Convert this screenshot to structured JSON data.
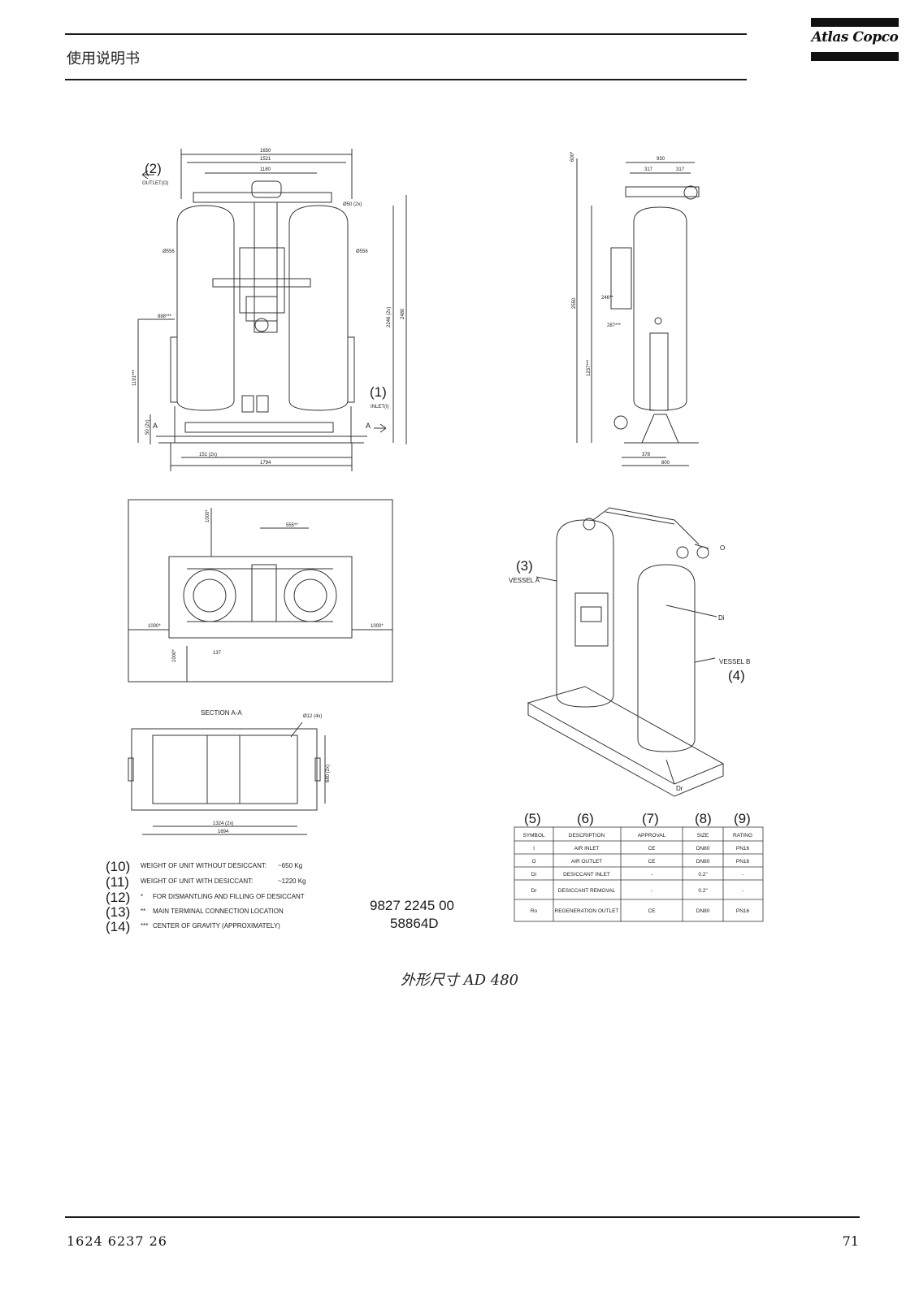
{
  "header": {
    "title": "使用说明书",
    "brand": "Atlas Copco"
  },
  "drawing": {
    "front_view": {
      "outlet_num": "(2)",
      "outlet_label": "OUTLET(O)",
      "inlet_num": "(1)",
      "inlet_label": "INLET(I)",
      "dims": [
        "1650",
        "1521",
        "1180",
        "Ø50 (2x)",
        "Ø556",
        "Ø556",
        "2246 (2x)",
        "2480",
        "888***",
        "1191***",
        "50 (2x)",
        "151 (2x)",
        "1794"
      ],
      "section_mark": "A"
    },
    "side_view": {
      "dims": [
        "600*",
        "930",
        "317",
        "317",
        "2550",
        "246**",
        "287***",
        "1237***",
        "378",
        "800"
      ]
    },
    "top_view": {
      "dims": [
        "1000*",
        "555**",
        "1000*",
        "1000*",
        "1000*",
        "137"
      ]
    },
    "section": {
      "title": "SECTION A-A",
      "dims": [
        "Ø12 (4x)",
        "680 (2x)",
        "1324 (2x)",
        "1694"
      ]
    },
    "iso_view": {
      "vessel_a_num": "(3)",
      "vessel_a_label": "VESSEL A",
      "vessel_b_label": "VESSEL B",
      "vessel_b_num": "(4)",
      "label_o": "O",
      "label_di": "Di",
      "label_dr": "Dr"
    },
    "notes": [
      {
        "num": "(10)",
        "mark": "",
        "text": "WEIGHT OF UNIT WITHOUT DESICCANT:",
        "value": "~650 Kg"
      },
      {
        "num": "(11)",
        "mark": "",
        "text": "WEIGHT OF UNIT WITH DESICCANT:",
        "value": "~1220 Kg"
      },
      {
        "num": "(12)",
        "mark": "*",
        "text": "FOR DISMANTLING AND FILLING OF DESICCANT",
        "value": ""
      },
      {
        "num": "(13)",
        "mark": "**",
        "text": "MAIN TERMINAL CONNECTION LOCATION",
        "value": ""
      },
      {
        "num": "(14)",
        "mark": "***",
        "text": "CENTER OF GRAVITY (APPROXIMATELY)",
        "value": ""
      }
    ],
    "drawing_number": "9827 2245 00",
    "drawing_code": "58864D",
    "table": {
      "col_nums": [
        "(5)",
        "(6)",
        "(7)",
        "(8)",
        "(9)"
      ],
      "headers": [
        "SYMBOL",
        "DESCRIPTION",
        "APPROVAL",
        "SIZE",
        "RATING"
      ],
      "rows": [
        [
          "I",
          "AIR INLET",
          "CE",
          "DN80",
          "PN16"
        ],
        [
          "O",
          "AIR OUTLET",
          "CE",
          "DN80",
          "PN16"
        ],
        [
          "Di",
          "DESICCANT INLET",
          "-",
          "0.2\"",
          "-"
        ],
        [
          "Dr",
          "DESICCANT REMOVAL",
          "-",
          "0.2\"",
          "-"
        ],
        [
          "Ro",
          "REGENERATION OUTLET",
          "CE",
          "DN80",
          "PN16"
        ]
      ]
    }
  },
  "caption": "外形尺寸 AD 480",
  "footer": {
    "doc_number": "1624 6237 26",
    "page_number": "71"
  }
}
